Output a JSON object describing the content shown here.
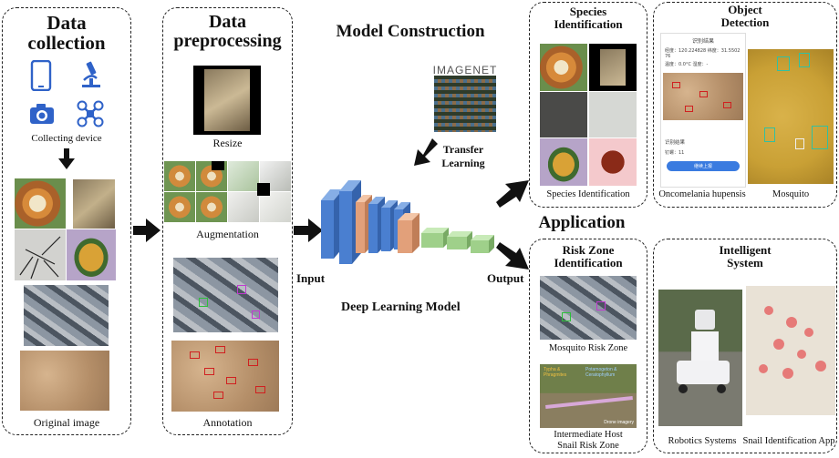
{
  "data_collection": {
    "title_line1": "Data",
    "title_line2": "collection",
    "device_caption": "Collecting device",
    "original_caption": "Original image"
  },
  "preprocessing": {
    "title_line1": "Data",
    "title_line2": "preprocessing",
    "resize_caption": "Resize",
    "augmentation_caption": "Augmentation",
    "annotation_caption": "Annotation"
  },
  "model": {
    "title": "Model Construction",
    "imagenet_label": "IMAGENET",
    "transfer_line1": "Transfer",
    "transfer_line2": "Learning",
    "input_label": "Input",
    "output_label": "Output",
    "dl_label": "Deep Learning Model"
  },
  "application_label": "Application",
  "species": {
    "title_line1": "Species",
    "title_line2": "Identification",
    "caption": "Species Identification"
  },
  "object_detection": {
    "title_line1": "Object",
    "title_line2": "Detection",
    "caption_left": "Oncomelania hupensis",
    "caption_right": "Mosquito",
    "app_header": "识别结果",
    "app_row1": "经度：120.224828  纬度：31.5502 76",
    "app_row2": "温度：0.0°C  湿度：-",
    "app_result": "识别结果",
    "app_count": "钉螺：11",
    "app_button": "继续上报"
  },
  "risk_zone": {
    "title_line1": "Risk Zone",
    "title_line2": "Identification",
    "caption1": "Mosquito Risk Zone",
    "caption2_line1": "Intermediate Host",
    "caption2_line2": "Snail Risk Zone",
    "overlay_typha": "Typha & Phragmites",
    "overlay_potamo": "Potamogeton & Ceratophyllum",
    "overlay_drone": "Drone imagery"
  },
  "intelligent": {
    "title_line1": "Intelligent",
    "title_line2": "System",
    "caption_left": "Robotics Systems",
    "caption_right": "Snail Identification App"
  },
  "colors": {
    "blue_layer": "#4a7fd0",
    "salmon_layer": "#e2a07a",
    "green_layer": "#9fd08a",
    "sand": "#c9a27a",
    "map": "#e9e2d6",
    "mosquito_bg": "#c9a035"
  }
}
